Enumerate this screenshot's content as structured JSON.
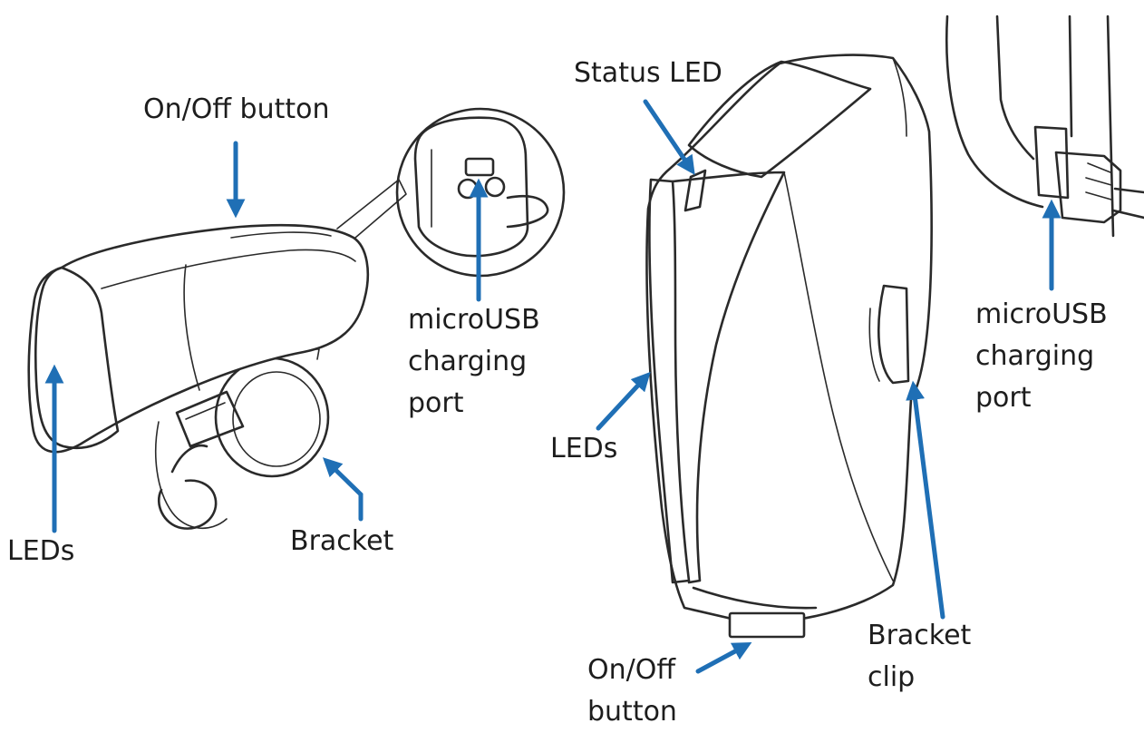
{
  "colors": {
    "arrow": "#1f6fb5",
    "ink": "#2a2a2a",
    "text": "#1d1d1d"
  },
  "labels": {
    "front_onoff": "On/Off button",
    "front_leds": "LEDs",
    "front_bracket": "Bracket",
    "front_port_line1": "microUSB",
    "front_port_line2": "charging",
    "front_port_line3": "port",
    "rear_status": "Status LED",
    "rear_leds": "LEDs",
    "rear_onoff_line1": "On/Off",
    "rear_onoff_line2": "button",
    "rear_clip_line1": "Bracket",
    "rear_clip_line2": "clip",
    "rear_port_line1": "microUSB",
    "rear_port_line2": "charging",
    "rear_port_line3": "port"
  },
  "icons": {
    "front_light": "front-bike-light-illustration",
    "rear_light": "rear-bike-light-illustration",
    "port_zoom": "usb-port-zoom-illustration",
    "plug_inset": "usb-plug-inset-illustration"
  }
}
